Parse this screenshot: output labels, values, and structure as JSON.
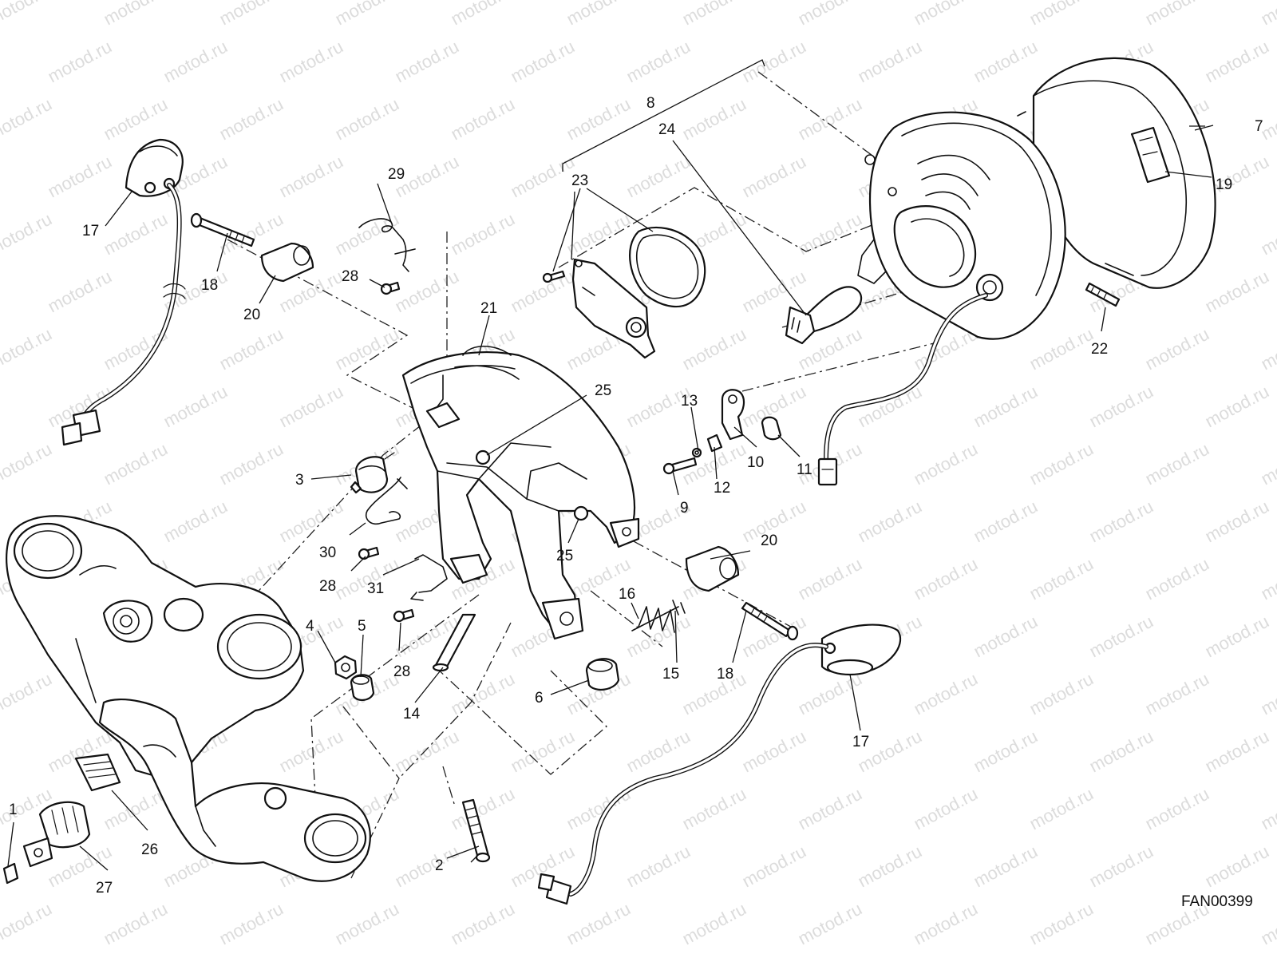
{
  "watermark": {
    "text": "motod.ru",
    "color": "#dcdcdc"
  },
  "drawing_code": "FAN00399",
  "colors": {
    "line": "#111111",
    "background": "#ffffff"
  },
  "callouts": [
    {
      "id": "1",
      "label": "1"
    },
    {
      "id": "2",
      "label": "2"
    },
    {
      "id": "3",
      "label": "3"
    },
    {
      "id": "4",
      "label": "4"
    },
    {
      "id": "5",
      "label": "5"
    },
    {
      "id": "6",
      "label": "6"
    },
    {
      "id": "7",
      "label": "7"
    },
    {
      "id": "8",
      "label": "8"
    },
    {
      "id": "9",
      "label": "9"
    },
    {
      "id": "10",
      "label": "10"
    },
    {
      "id": "11",
      "label": "11"
    },
    {
      "id": "12",
      "label": "12"
    },
    {
      "id": "13",
      "label": "13"
    },
    {
      "id": "14",
      "label": "14"
    },
    {
      "id": "15",
      "label": "15"
    },
    {
      "id": "16",
      "label": "16"
    },
    {
      "id": "17a",
      "label": "17"
    },
    {
      "id": "17b",
      "label": "17"
    },
    {
      "id": "18a",
      "label": "18"
    },
    {
      "id": "18b",
      "label": "18"
    },
    {
      "id": "19",
      "label": "19"
    },
    {
      "id": "20a",
      "label": "20"
    },
    {
      "id": "20b",
      "label": "20"
    },
    {
      "id": "21",
      "label": "21"
    },
    {
      "id": "22",
      "label": "22"
    },
    {
      "id": "23",
      "label": "23"
    },
    {
      "id": "24",
      "label": "24"
    },
    {
      "id": "25a",
      "label": "25"
    },
    {
      "id": "25b",
      "label": "25"
    },
    {
      "id": "26",
      "label": "26"
    },
    {
      "id": "27",
      "label": "27"
    },
    {
      "id": "28a",
      "label": "28"
    },
    {
      "id": "28b",
      "label": "28"
    },
    {
      "id": "28c",
      "label": "28"
    },
    {
      "id": "29",
      "label": "29"
    },
    {
      "id": "30",
      "label": "30"
    },
    {
      "id": "31",
      "label": "31"
    }
  ]
}
